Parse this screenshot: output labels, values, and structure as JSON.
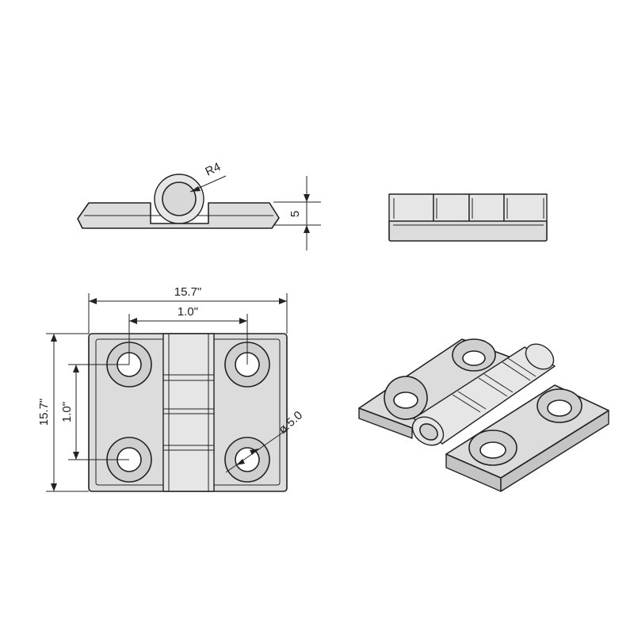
{
  "dimensions": {
    "radius_label": "R4",
    "thickness_label": "5",
    "overall_width_label": "15.7\"",
    "overall_height_label": "15.7\"",
    "hole_spacing_h_label": "1.0\"",
    "hole_spacing_v_label": "1.0\"",
    "hole_diameter_label": "ø 5.0"
  }
}
